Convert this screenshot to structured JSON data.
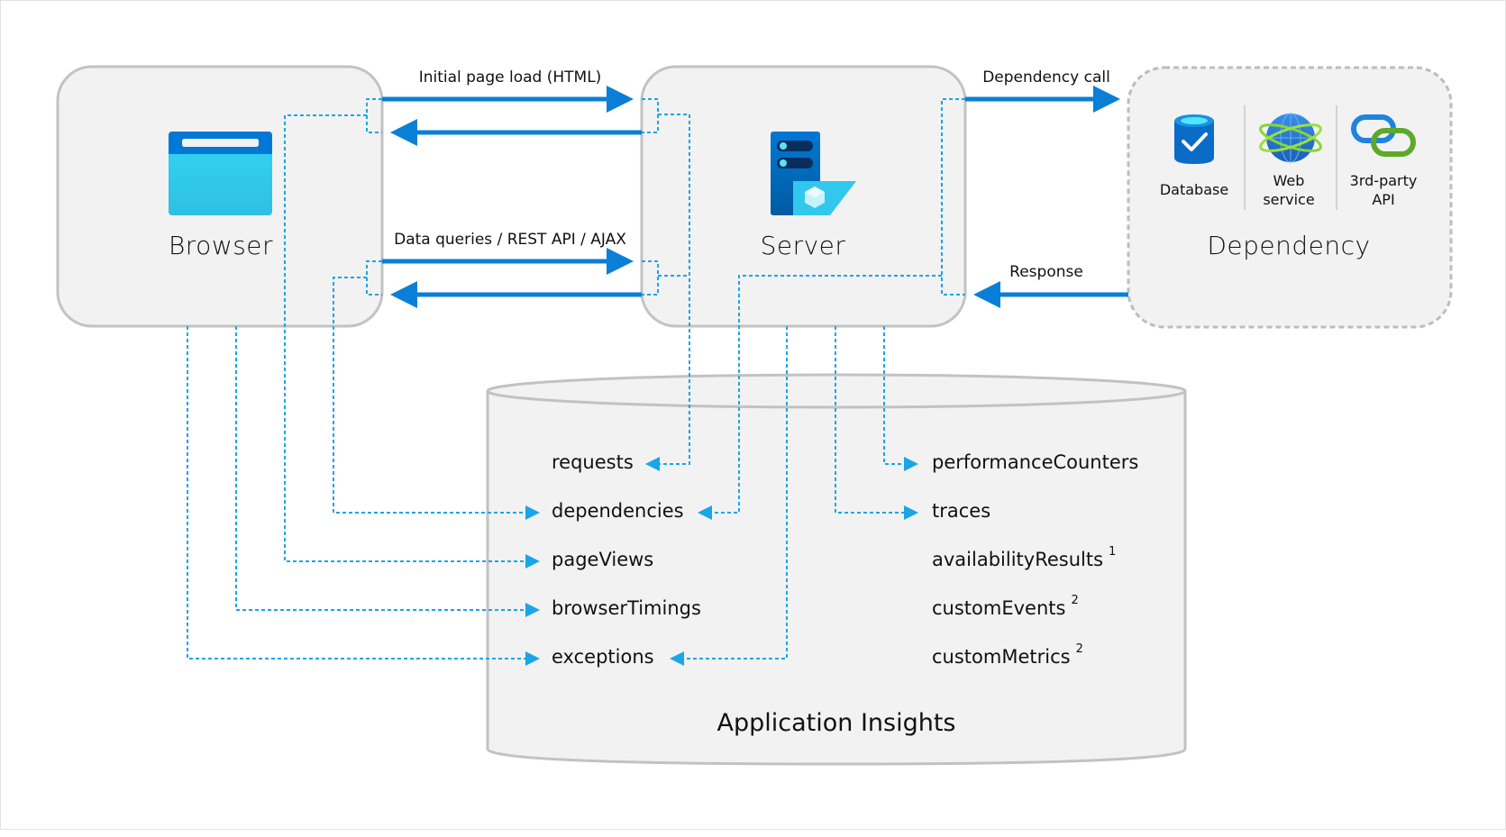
{
  "nodes": {
    "browser": {
      "title": "Browser"
    },
    "server": {
      "title": "Server"
    },
    "dependency": {
      "title": "Dependency",
      "items": [
        {
          "icon": "database-icon",
          "label": "Database"
        },
        {
          "icon": "web-service-icon",
          "label_line1": "Web",
          "label_line2": "service"
        },
        {
          "icon": "third-party-api-icon",
          "label_line1": "3rd-party",
          "label_line2": "API"
        }
      ]
    },
    "app_insights": {
      "title": "Application Insights"
    }
  },
  "arrows": {
    "initial_page_load": "Initial page load (HTML)",
    "data_queries": "Data queries / REST API / AJAX",
    "dependency_call": "Dependency call",
    "response": "Response"
  },
  "tables": {
    "left": [
      {
        "name": "requests",
        "note": ""
      },
      {
        "name": "dependencies",
        "note": ""
      },
      {
        "name": "pageViews",
        "note": ""
      },
      {
        "name": "browserTimings",
        "note": ""
      },
      {
        "name": "exceptions",
        "note": ""
      }
    ],
    "right": [
      {
        "name": "performanceCounters",
        "note": ""
      },
      {
        "name": "traces",
        "note": ""
      },
      {
        "name": "availabilityResults",
        "note": "1"
      },
      {
        "name": "customEvents",
        "note": "2"
      },
      {
        "name": "customMetrics",
        "note": "2"
      }
    ]
  },
  "colors": {
    "solid_arrow": "#0a7fd6",
    "telemetry_dash": "#1aa6e6",
    "box_fill": "#f2f2f2",
    "box_stroke": "#c2c2c2"
  }
}
